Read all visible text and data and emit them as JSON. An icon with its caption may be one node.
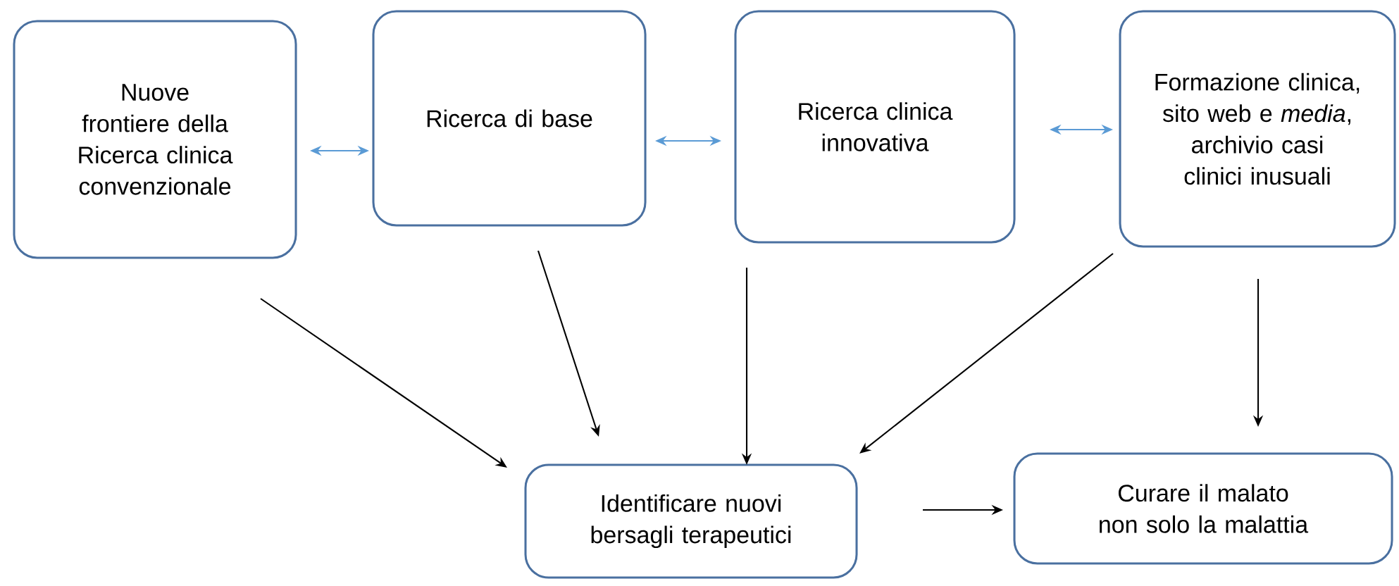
{
  "diagram": {
    "nodes": [
      {
        "text": [
          "Nuove frontiere della Ricerca clinica convenzionale"
        ]
      },
      {
        "text": [
          "Ricerca di base"
        ]
      },
      {
        "text": [
          "Ricerca clinica innovativa"
        ]
      },
      {
        "text": [
          "Formazione clinica, sito web e *media*, archivio casi clinici inusuali"
        ]
      },
      {
        "text": [
          "Identificare nuovi bersagli terapeutici"
        ]
      },
      {
        "text": [
          "Curare il malato non solo la malattia"
        ]
      }
    ],
    "edges": [
      {
        "from": 0,
        "to": 1,
        "arrow": "both",
        "color": "#5b9bd5"
      },
      {
        "from": 1,
        "to": 2,
        "arrow": "both",
        "color": "#5b9bd5"
      },
      {
        "from": 2,
        "to": 3,
        "arrow": "both",
        "color": "#5b9bd5"
      },
      {
        "from": 0,
        "to": 4,
        "arrow": "to"
      },
      {
        "from": 1,
        "to": 4,
        "arrow": "to"
      },
      {
        "from": 2,
        "to": 4,
        "arrow": "to"
      },
      {
        "from": 3,
        "to": 4,
        "arrow": "to"
      },
      {
        "from": 3,
        "to": 5,
        "arrow": "to"
      },
      {
        "from": 4,
        "to": 5,
        "arrow": "to"
      }
    ]
  }
}
